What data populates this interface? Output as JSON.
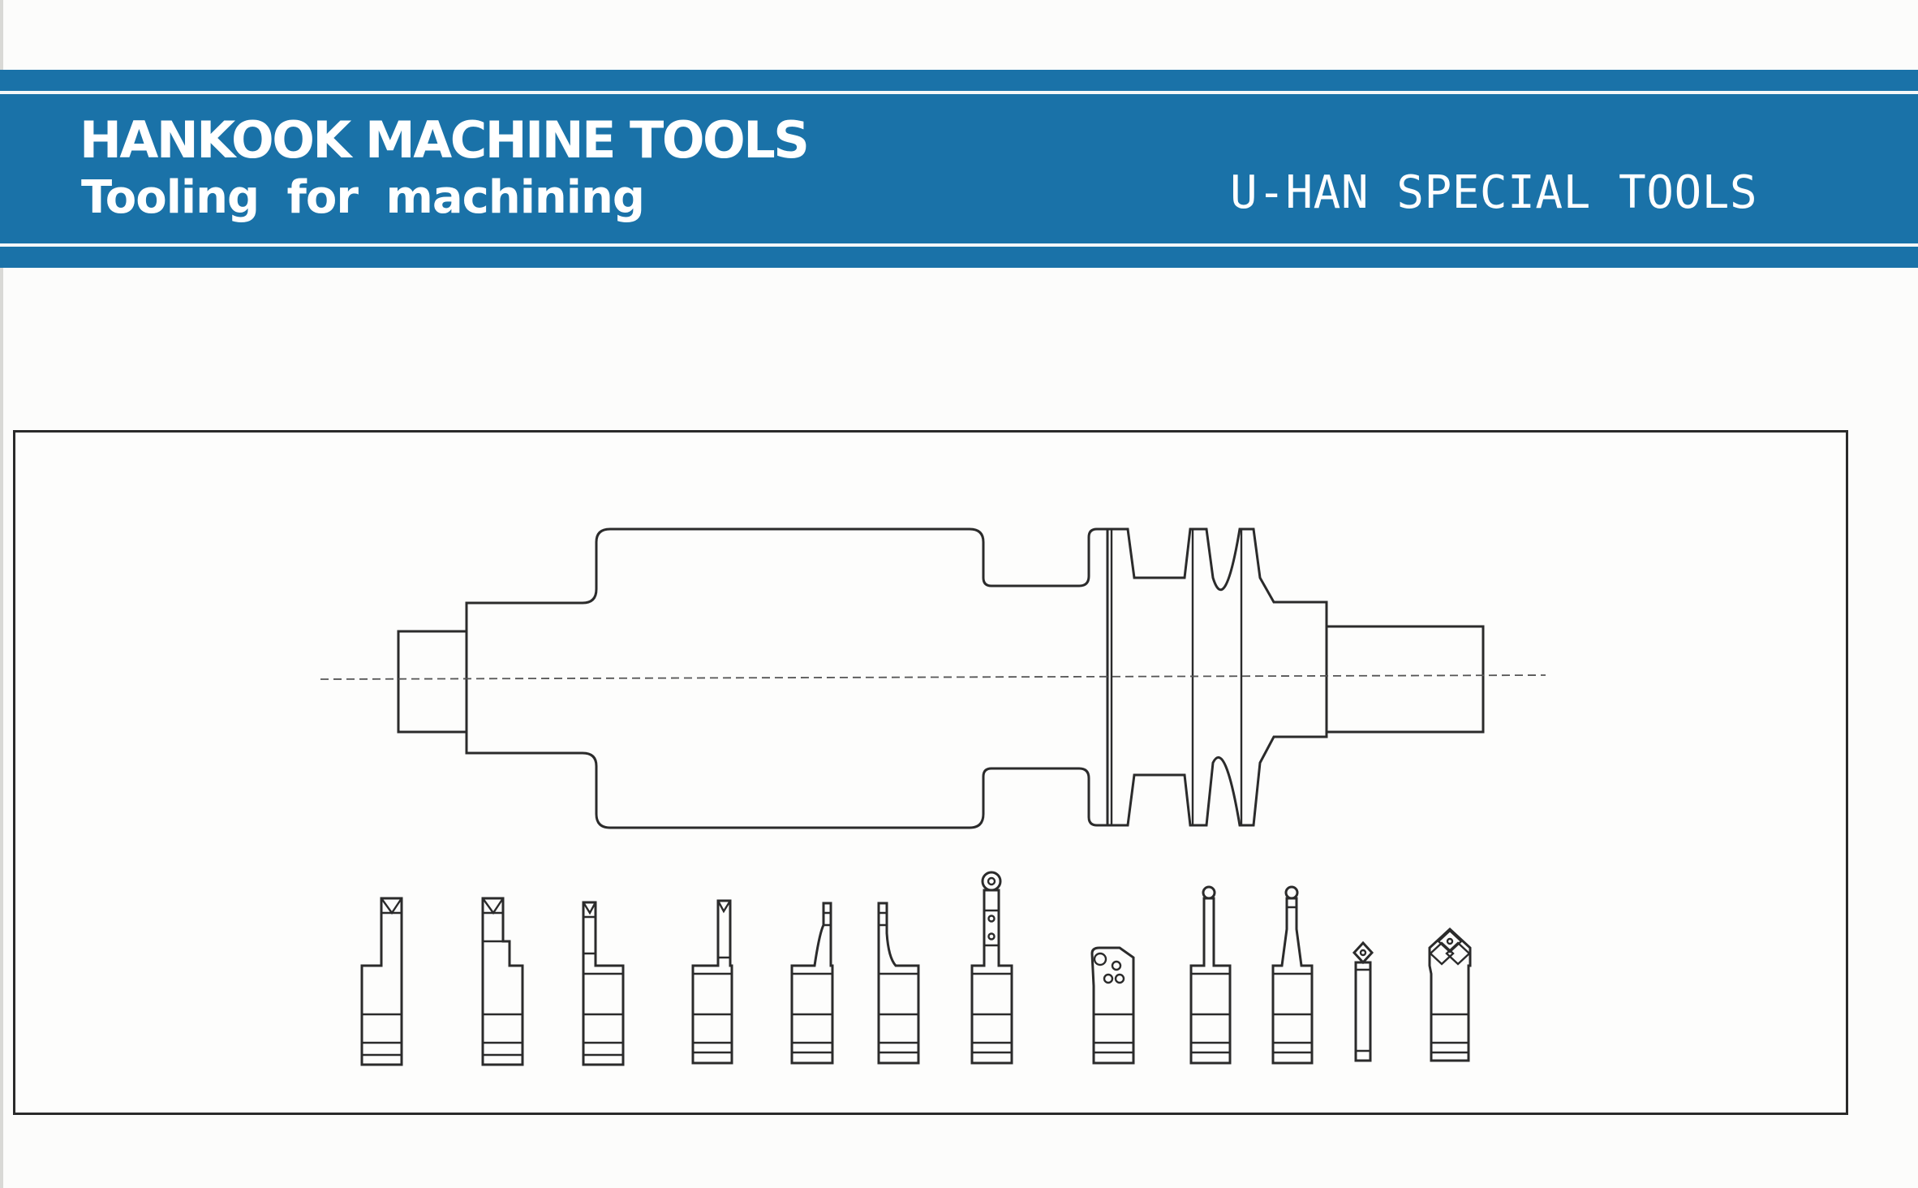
{
  "header": {
    "company_name": "HANKOOK MACHINE TOOLS",
    "tagline": "Tooling for machining",
    "series_name": "U-HAN SPECIAL TOOLS",
    "band_color": "#1a72a8"
  },
  "drawing": {
    "workpiece": "stepped-shaft-with-pulley-grooves",
    "tool_icons": [
      "grooving-tool-icon",
      "grooving-tool-icon",
      "grooving-tool-icon",
      "threading-tool-icon",
      "profiling-tool-icon",
      "profiling-tool-icon",
      "boring-bar-icon",
      "round-insert-holder-icon",
      "boring-bar-icon",
      "boring-bar-icon",
      "small-insert-holder-icon",
      "square-insert-cutter-icon"
    ]
  }
}
